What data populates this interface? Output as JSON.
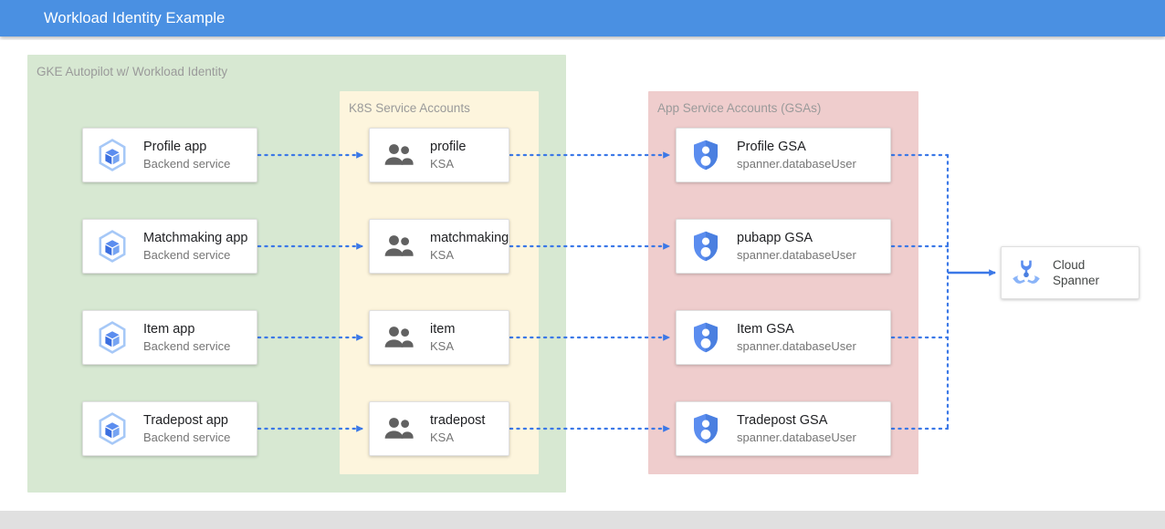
{
  "window": {
    "title": "Workload Identity Example",
    "title_bar_color": "#4a90e2",
    "title_text_color": "#ffffff"
  },
  "diagram": {
    "type": "architecture-diagram",
    "groups": [
      {
        "id": "gke",
        "label": "GKE Autopilot w/ Workload Identity",
        "color": "#d7e8d2"
      },
      {
        "id": "ksa",
        "label": "K8S Service Accounts",
        "color": "#fdf5dd"
      },
      {
        "id": "gsa",
        "label": "App Service Accounts (GSAs)",
        "color": "#efcdcd"
      }
    ],
    "columns": {
      "apps": [
        {
          "title": "Profile app",
          "subtitle": "Backend service",
          "icon": "k8s-pod-icon"
        },
        {
          "title": "Matchmaking app",
          "subtitle": "Backend service",
          "icon": "k8s-pod-icon"
        },
        {
          "title": "Item app",
          "subtitle": "Backend service",
          "icon": "k8s-pod-icon"
        },
        {
          "title": "Tradepost app",
          "subtitle": "Backend service",
          "icon": "k8s-pod-icon"
        }
      ],
      "ksas": [
        {
          "title": "profile",
          "subtitle": "KSA",
          "icon": "people-group-icon"
        },
        {
          "title": "matchmaking",
          "subtitle": "KSA",
          "icon": "people-group-icon"
        },
        {
          "title": "item",
          "subtitle": "KSA",
          "icon": "people-group-icon"
        },
        {
          "title": "tradepost",
          "subtitle": "KSA",
          "icon": "people-group-icon"
        }
      ],
      "gsas": [
        {
          "title": "Profile GSA",
          "subtitle": "spanner.databaseUser",
          "icon": "shield-person-icon"
        },
        {
          "title": "pubapp GSA",
          "subtitle": "spanner.databaseUser",
          "icon": "shield-person-icon"
        },
        {
          "title": "Item GSA",
          "subtitle": "spanner.databaseUser",
          "icon": "shield-person-icon"
        },
        {
          "title": "Tradepost GSA",
          "subtitle": "spanner.databaseUser",
          "icon": "shield-person-icon"
        }
      ]
    },
    "datastore": {
      "title_line1": "Cloud",
      "title_line2": "Spanner",
      "icon": "cloud-spanner-icon"
    },
    "connector": {
      "style": "dotted",
      "color": "#3b78e7",
      "arrowhead": "solid-triangle"
    }
  }
}
